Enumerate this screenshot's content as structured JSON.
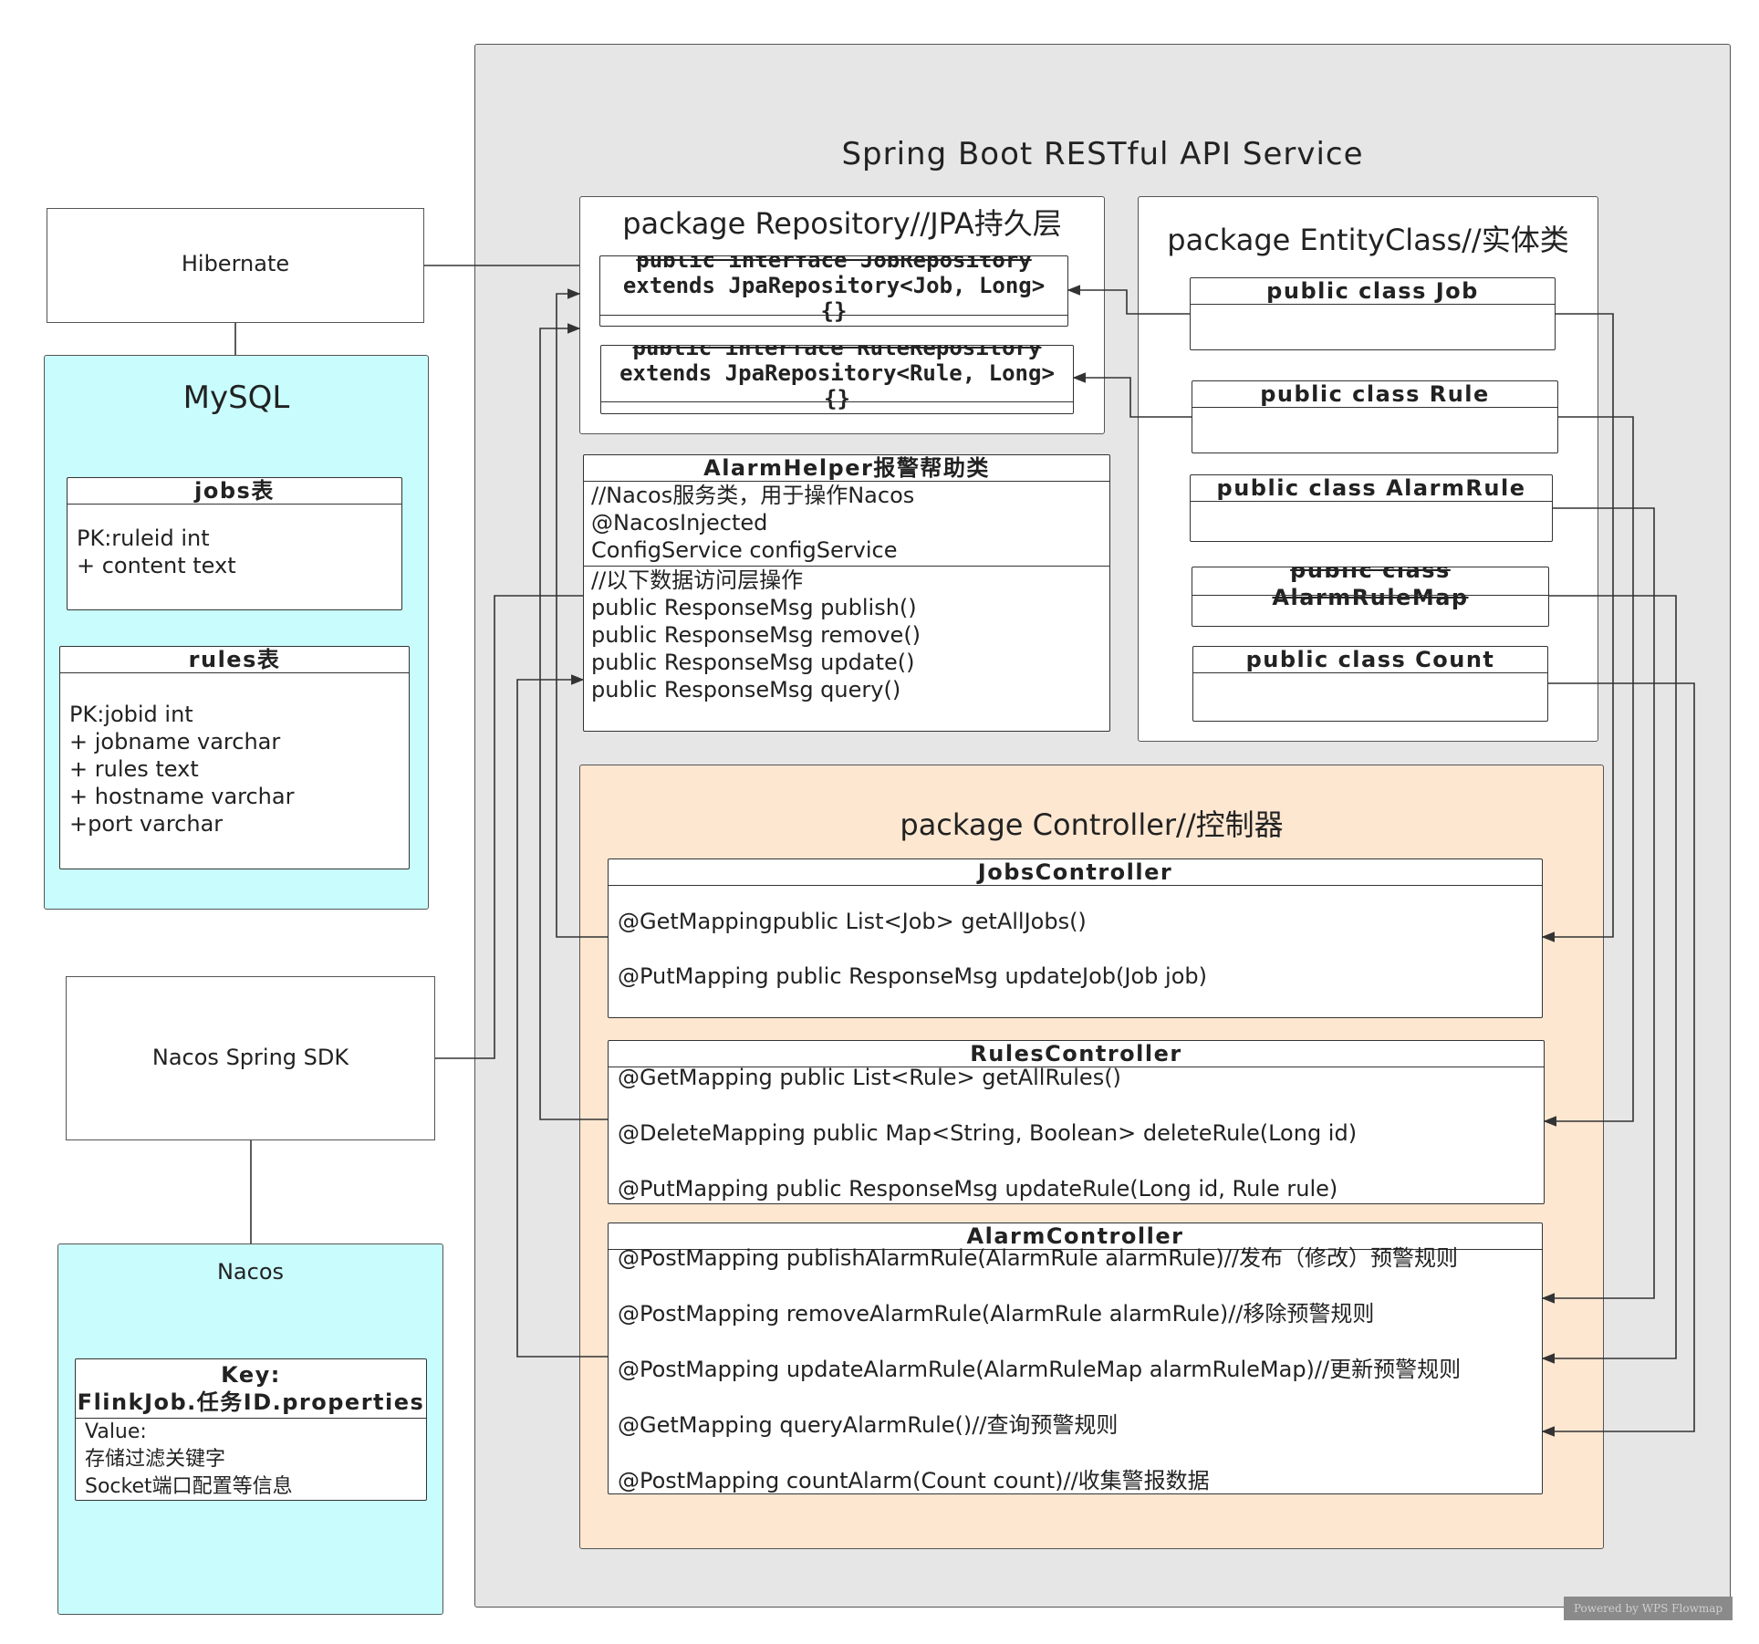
{
  "hibernate": {
    "label": "Hibernate"
  },
  "mysql": {
    "title": "MySQL",
    "jobs_table": {
      "name": "jobs表",
      "fields": [
        "PK:ruleid  int",
        "+  content  text"
      ]
    },
    "rules_table": {
      "name": "rules表",
      "fields": [
        "PK:jobid  int",
        "+  jobname  varchar",
        "+  rules  text",
        "+  hostname  varchar",
        "+port  varchar"
      ]
    }
  },
  "nacos_sdk": {
    "label": "Nacos  Spring  SDK"
  },
  "nacos": {
    "title": "Nacos",
    "key_box": {
      "key_line1": "Key:",
      "key_line2": "FlinkJob.任务ID.properties",
      "values": [
        "Value:",
        "存储过滤关键字",
        "Socket端口配置等信息"
      ]
    }
  },
  "service": {
    "title": "Spring  Boot  RESTful  API  Service"
  },
  "repository": {
    "title": "package  Repository//JPA持久层",
    "job_repo": [
      "public  interface  JobRepository",
      "extends  JpaRepository<Job,  Long>",
      "{}"
    ],
    "rule_repo": [
      "public  interface  RuleRepository",
      "extends  JpaRepository<Rule,  Long>",
      "{}"
    ]
  },
  "entity": {
    "title": "package  EntityClass//实体类",
    "classes": [
      "public  class  Job",
      "public  class  Rule",
      "public  class    AlarmRule",
      "public  class  AlarmRuleMap",
      "public  class  Count"
    ],
    "alarmrulemap_line1": "public  class",
    "alarmrulemap_line2": "AlarmRuleMap"
  },
  "alarm_helper": {
    "title": "AlarmHelper报警帮助类",
    "fields": [
      "//Nacos服务类，用于操作Nacos",
      "@NacosInjected",
      "ConfigService  configService"
    ],
    "methods": [
      "//以下数据访问层操作",
      "public  ResponseMsg  publish()",
      "public  ResponseMsg  remove()",
      "public  ResponseMsg  update()",
      "public  ResponseMsg  query()"
    ]
  },
  "controller": {
    "title": "package  Controller//控制器",
    "jobs": {
      "name": "JobsController",
      "methods": [
        "@GetMappingpublic  List<Job>  getAllJobs()",
        "@PutMapping  public  ResponseMsg  updateJob(Job  job)"
      ]
    },
    "rules": {
      "name": "RulesController",
      "methods": [
        "@GetMapping  public  List<Rule>  getAllRules()",
        "@DeleteMapping  public  Map<String,  Boolean>  deleteRule(Long  id)",
        "@PutMapping  public  ResponseMsg  updateRule(Long  id,  Rule  rule)"
      ]
    },
    "alarm": {
      "name": "AlarmController",
      "methods": [
        "@PostMapping    publishAlarmRule(AlarmRule  alarmRule)//发布（修改）预警规则",
        "@PostMapping    removeAlarmRule(AlarmRule  alarmRule)//移除预警规则",
        "@PostMapping    updateAlarmRule(AlarmRuleMap  alarmRuleMap)//更新预警规则",
        "@GetMapping    queryAlarmRule()//查询预警规则",
        "@PostMapping  countAlarm(Count  count)//收集警报数据"
      ]
    }
  },
  "watermark": "Powered by WPS Flowmap",
  "colors": {
    "service_bg": "#e6e6e6",
    "db_bg": "#c9fdfd",
    "controller_bg": "#fde7d1",
    "line": "#333333"
  }
}
